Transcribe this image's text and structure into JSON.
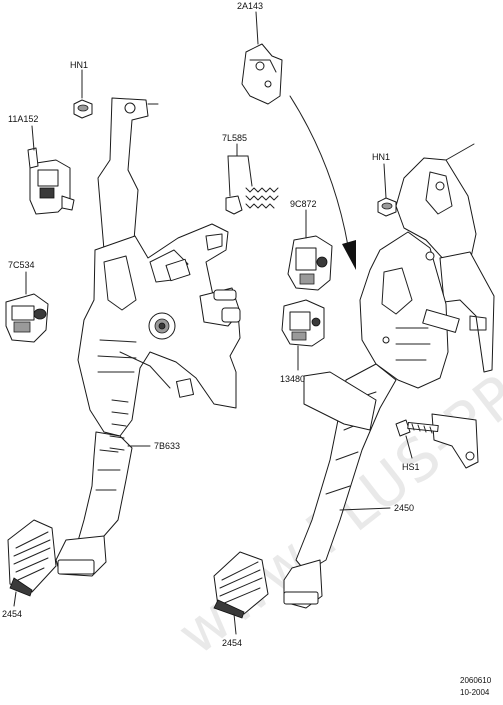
{
  "colors": {
    "ink": "#1a1a1a",
    "background": "#ffffff",
    "watermark": "#e9e9e9"
  },
  "watermark": "www.PLUS-PPS.ru",
  "labels": {
    "hn1_left": "HN1",
    "c11a152": "11A152",
    "c7c534": "7C534",
    "c7l585": "7L585",
    "c2a143": "2A143",
    "hn1_right": "HN1",
    "c9c872": "9C872",
    "c13480": "13480",
    "c7b633": "7B633",
    "hs1": "HS1",
    "c2450": "2450",
    "c2454_left": "2454",
    "c2454_right": "2454"
  },
  "footer": {
    "ref_number": "2060610",
    "date": "10-2004"
  }
}
